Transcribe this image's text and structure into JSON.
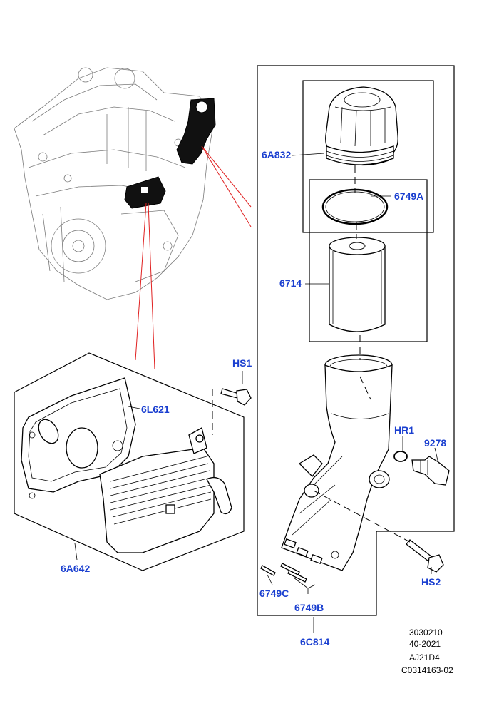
{
  "callouts": {
    "c_6a832": "6A832",
    "c_6749a": "6749A",
    "c_6714": "6714",
    "c_hs1": "HS1",
    "c_6l621": "6L621",
    "c_hr1": "HR1",
    "c_9278": "9278",
    "c_6a642": "6A642",
    "c_hs2": "HS2",
    "c_6749c": "6749C",
    "c_6749b": "6749B",
    "c_6c814": "6C814"
  },
  "reference": {
    "line1": "3030210",
    "line2": "40-2021",
    "line3": "AJ21D4",
    "line4": "C0314163-02"
  },
  "colors": {
    "callout": "#1a3fd0",
    "leader_red": "#e02020"
  }
}
